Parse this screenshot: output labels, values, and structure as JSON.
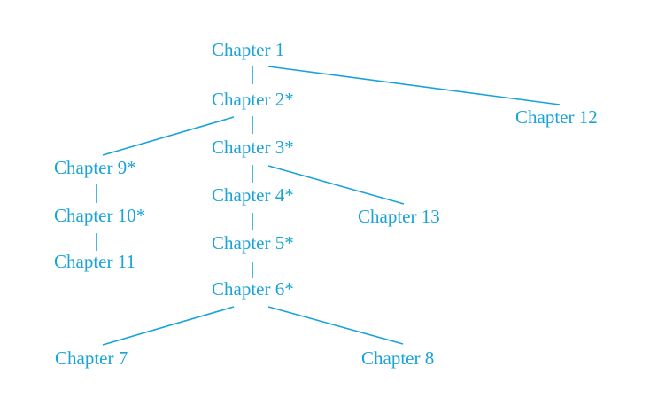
{
  "colors": {
    "accent": "#1aa3d8",
    "background": "#ffffff"
  },
  "nodes": {
    "ch1": "Chapter 1",
    "ch2": "Chapter 2*",
    "ch3": "Chapter 3*",
    "ch4": "Chapter 4*",
    "ch5": "Chapter 5*",
    "ch6": "Chapter 6*",
    "ch7": "Chapter 7",
    "ch8": "Chapter 8",
    "ch9": "Chapter 9*",
    "ch10": "Chapter 10*",
    "ch11": "Chapter 11",
    "ch12": "Chapter 12",
    "ch13": "Chapter 13"
  },
  "edges": [
    [
      "ch1",
      "ch2"
    ],
    [
      "ch1",
      "ch12"
    ],
    [
      "ch2",
      "ch3"
    ],
    [
      "ch2",
      "ch9"
    ],
    [
      "ch9",
      "ch10"
    ],
    [
      "ch10",
      "ch11"
    ],
    [
      "ch3",
      "ch4"
    ],
    [
      "ch3",
      "ch13"
    ],
    [
      "ch4",
      "ch5"
    ],
    [
      "ch5",
      "ch6"
    ],
    [
      "ch6",
      "ch7"
    ],
    [
      "ch6",
      "ch8"
    ]
  ]
}
